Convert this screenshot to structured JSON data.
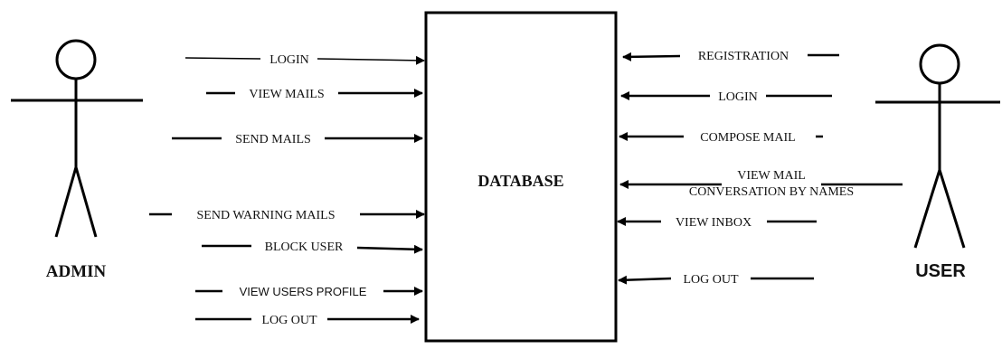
{
  "diagram": {
    "center_label": "DATABASE",
    "admin": {
      "name": "ADMIN",
      "flows": [
        "LOGIN",
        "VIEW MAILS",
        "SEND MAILS",
        "SEND WARNING MAILS",
        "BLOCK USER",
        "VIEW USERS PROFILE",
        "LOG OUT"
      ]
    },
    "user": {
      "name": "USER",
      "flows": [
        "REGISTRATION",
        "LOGIN",
        "COMPOSE MAIL",
        "VIEW  MAIL",
        "CONVERSATION BY NAMES",
        "VIEW INBOX",
        "LOG OUT"
      ]
    }
  }
}
